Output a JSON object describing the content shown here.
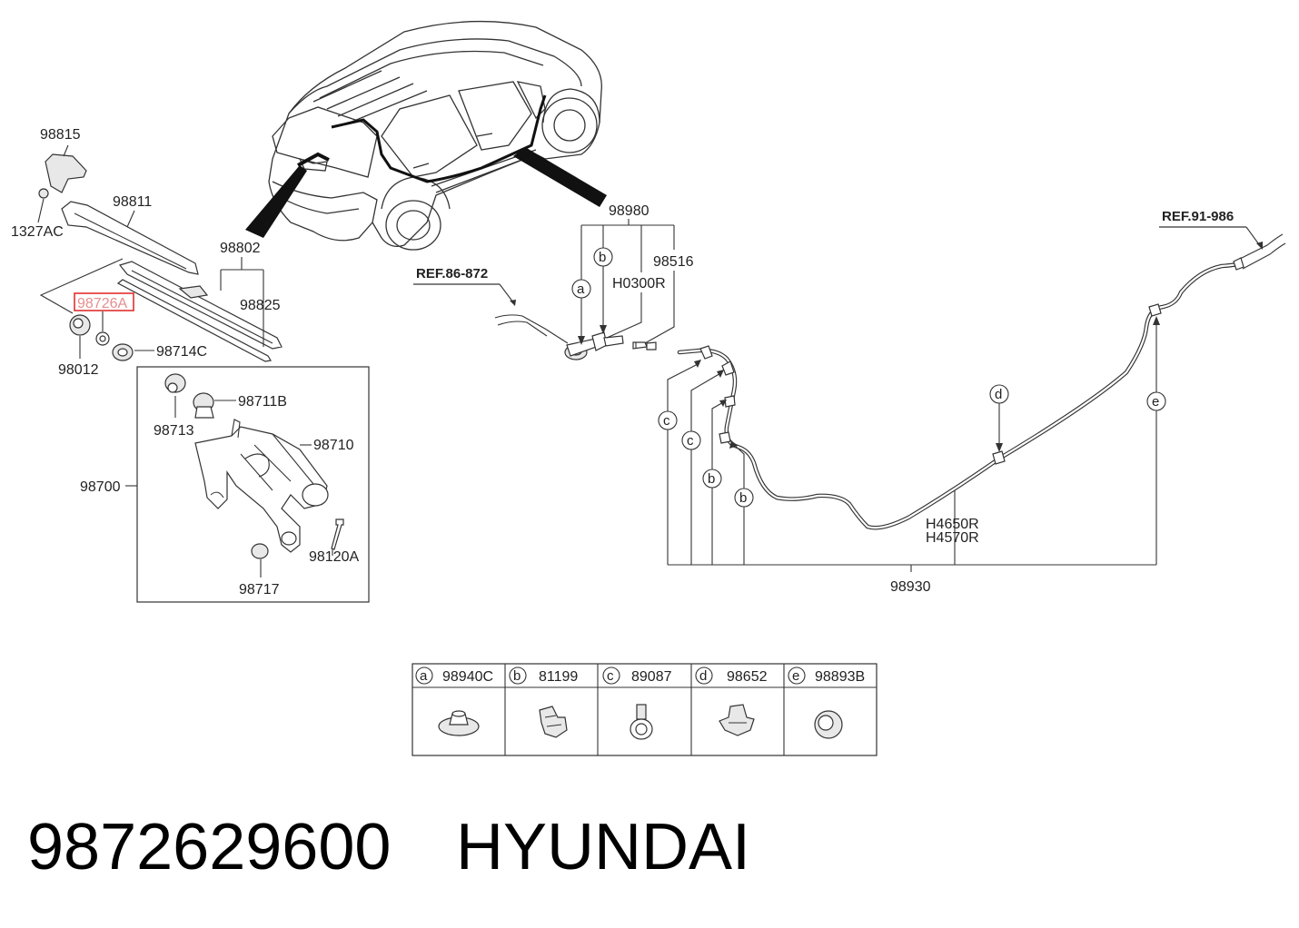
{
  "diagram": {
    "parts": {
      "p98815": "98815",
      "p98811": "98811",
      "p1327AC": "1327AC",
      "p98802": "98802",
      "p98825": "98825",
      "p98726A": "98726A",
      "p98012": "98012",
      "p98714C": "98714C",
      "p98713": "98713",
      "p98711B": "98711B",
      "p98710": "98710",
      "p98700": "98700",
      "p98120A": "98120A",
      "p98717": "98717",
      "p98980": "98980",
      "p98516": "98516",
      "pH0300R": "H0300R",
      "pH4650R": "H4650R",
      "pH4570R": "H4570R",
      "p98930": "98930"
    },
    "refs": {
      "ref1": "REF.86-872",
      "ref2": "REF.91-986"
    },
    "callouts": {
      "a": "a",
      "b": "b",
      "c": "c",
      "d": "d",
      "e": "e"
    },
    "highlight_color": "#e0302f"
  },
  "legend": {
    "items": [
      {
        "letter": "a",
        "part": "98940C"
      },
      {
        "letter": "b",
        "part": "81199"
      },
      {
        "letter": "c",
        "part": "89087"
      },
      {
        "letter": "d",
        "part": "98652"
      },
      {
        "letter": "e",
        "part": "98893B"
      }
    ]
  },
  "footer": {
    "part_number": "9872629600",
    "brand": "HYUNDAI"
  }
}
